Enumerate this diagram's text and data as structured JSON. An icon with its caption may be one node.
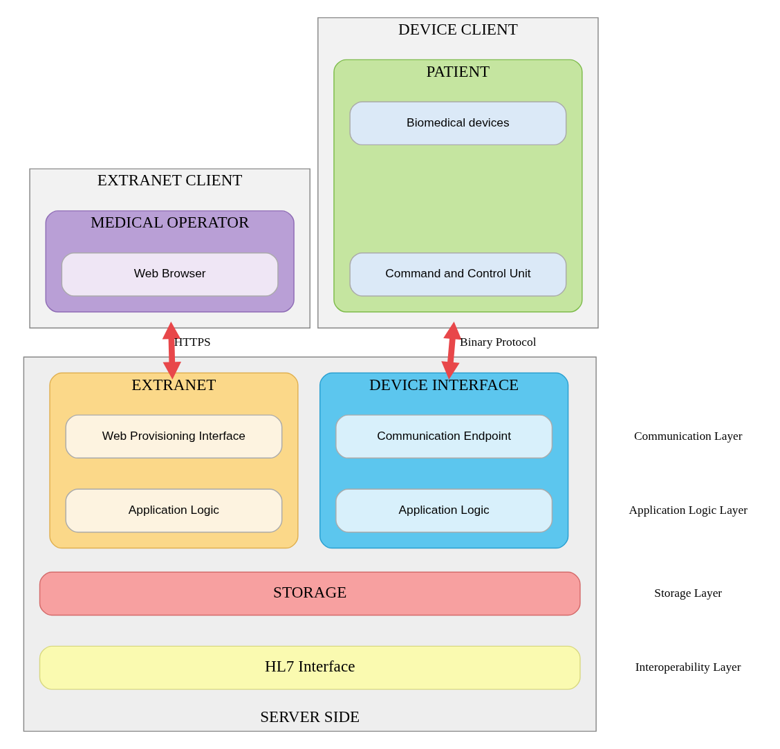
{
  "diagram": {
    "nodes": [
      {
        "text": [
          "EXTRANET CLIENT"
        ]
      },
      {
        "text": [
          "MEDICAL OPERATOR"
        ],
        "in": 0
      },
      {
        "text": [
          "Web Browser"
        ],
        "in": 1
      },
      {
        "text": [
          "DEVICE CLIENT"
        ]
      },
      {
        "text": [
          "PATIENT"
        ],
        "in": 3
      },
      {
        "text": [
          "Biomedical devices"
        ],
        "in": 4
      },
      {
        "text": [
          "Command and Control Unit"
        ],
        "in": 4
      },
      {
        "text": [
          "SERVER SIDE"
        ]
      },
      {
        "text": [
          "EXTRANET"
        ],
        "in": 7
      },
      {
        "text": [
          "Web Provisioning Interface"
        ],
        "in": 8
      },
      {
        "text": [
          "Application Logic"
        ],
        "in": 8
      },
      {
        "text": [
          "DEVICE INTERFACE"
        ],
        "in": 7
      },
      {
        "text": [
          "Communication Endpoint"
        ],
        "in": 11
      },
      {
        "text": [
          "Application Logic"
        ],
        "in": 11
      },
      {
        "text": [
          "STORAGE"
        ],
        "in": 7
      },
      {
        "text": [
          "HL7 Interface"
        ],
        "in": 7
      }
    ],
    "edges": [
      {
        "from": 0,
        "to": 8,
        "arrow": "both",
        "label": "HTTPS"
      },
      {
        "from": 3,
        "to": 11,
        "arrow": "both",
        "label": "Binary Protocol"
      }
    ],
    "labels": [
      "Communication Layer",
      "Application Logic Layer",
      "Storage Layer",
      "Interoperability Layer"
    ]
  }
}
